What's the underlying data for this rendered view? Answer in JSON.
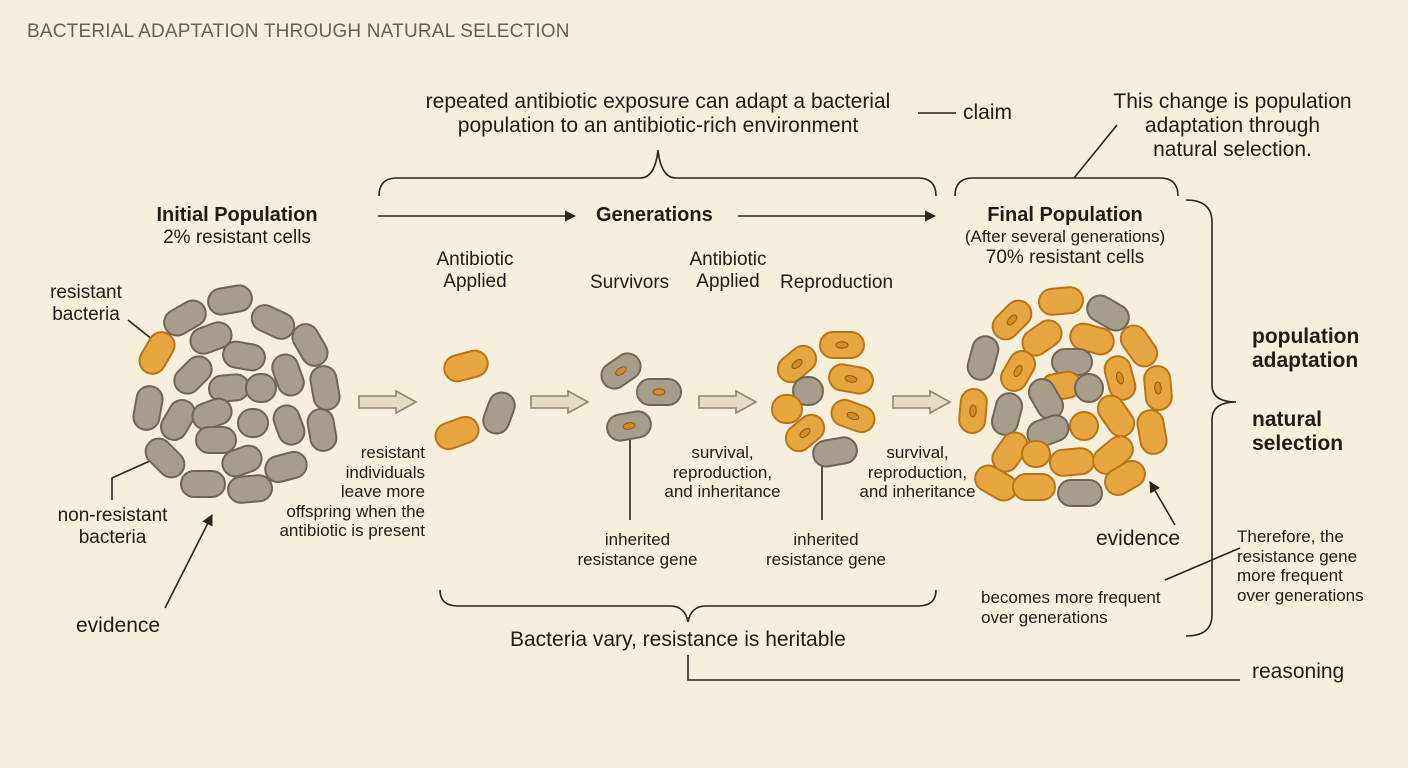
{
  "title": "BACTERIAL ADAPTATION THROUGH NATURAL SELECTION",
  "claim": {
    "line1": "repeated antibiotic exposure can adapt a bacterial",
    "line2": "population to an antibiotic-rich environment",
    "tag": "claim"
  },
  "conclusion": {
    "line1": "This change is population",
    "line2": "adaptation through",
    "line3": "natural selection."
  },
  "initial": {
    "title": "Initial Population",
    "subtitle": "2% resistant cells",
    "resistant_label_1": "resistant",
    "resistant_label_2": "bacteria",
    "nonresistant_label_1": "non-resistant",
    "nonresistant_label_2": "bacteria",
    "evidence": "evidence"
  },
  "generations": {
    "title": "Generations"
  },
  "final": {
    "title": "Final Population",
    "subtitle": "(After several generations)",
    "percent": "70% resistant cells",
    "evidence": "evidence"
  },
  "steps": {
    "antibiotic_applied_1a": "Antibiotic",
    "antibiotic_applied_1b": "Applied",
    "survivors": "Survivors",
    "antibiotic_applied_2a": "Antibiotic",
    "antibiotic_applied_2b": "Applied",
    "reproduction": "Reproduction"
  },
  "notes": {
    "resistant_offspring": [
      "resistant",
      "individuals",
      "leave more",
      "offspring when the",
      "antibiotic is present"
    ],
    "survival_1": [
      "survival,",
      "reproduction,",
      "and inheritance"
    ],
    "survival_2": [
      "survival,",
      "reproduction,",
      "and inheritance"
    ],
    "inherited_1": [
      "inherited",
      "resistance gene"
    ],
    "inherited_2": [
      "inherited",
      "resistance gene"
    ],
    "becomes_frequent": [
      "becomes more frequent",
      "over generations"
    ],
    "therefore": [
      "Therefore, the",
      "resistance gene",
      "more frequent",
      "over generations"
    ]
  },
  "bracket_right": {
    "term1_a": "population",
    "term1_b": "adaptation",
    "term2_a": "natural",
    "term2_b": "selection"
  },
  "bottom": {
    "premise": "Bacteria vary, resistance is heritable",
    "reasoning": "reasoning"
  },
  "colors": {
    "background": "#f6efdc",
    "resistant_fill": "#e8a640",
    "resistant_stroke": "#b97416",
    "nonresistant_fill": "#a79d8b",
    "nonresistant_stroke": "#6e6557",
    "arrow_fill": "#e6dcc4",
    "line": "#2a241d"
  }
}
